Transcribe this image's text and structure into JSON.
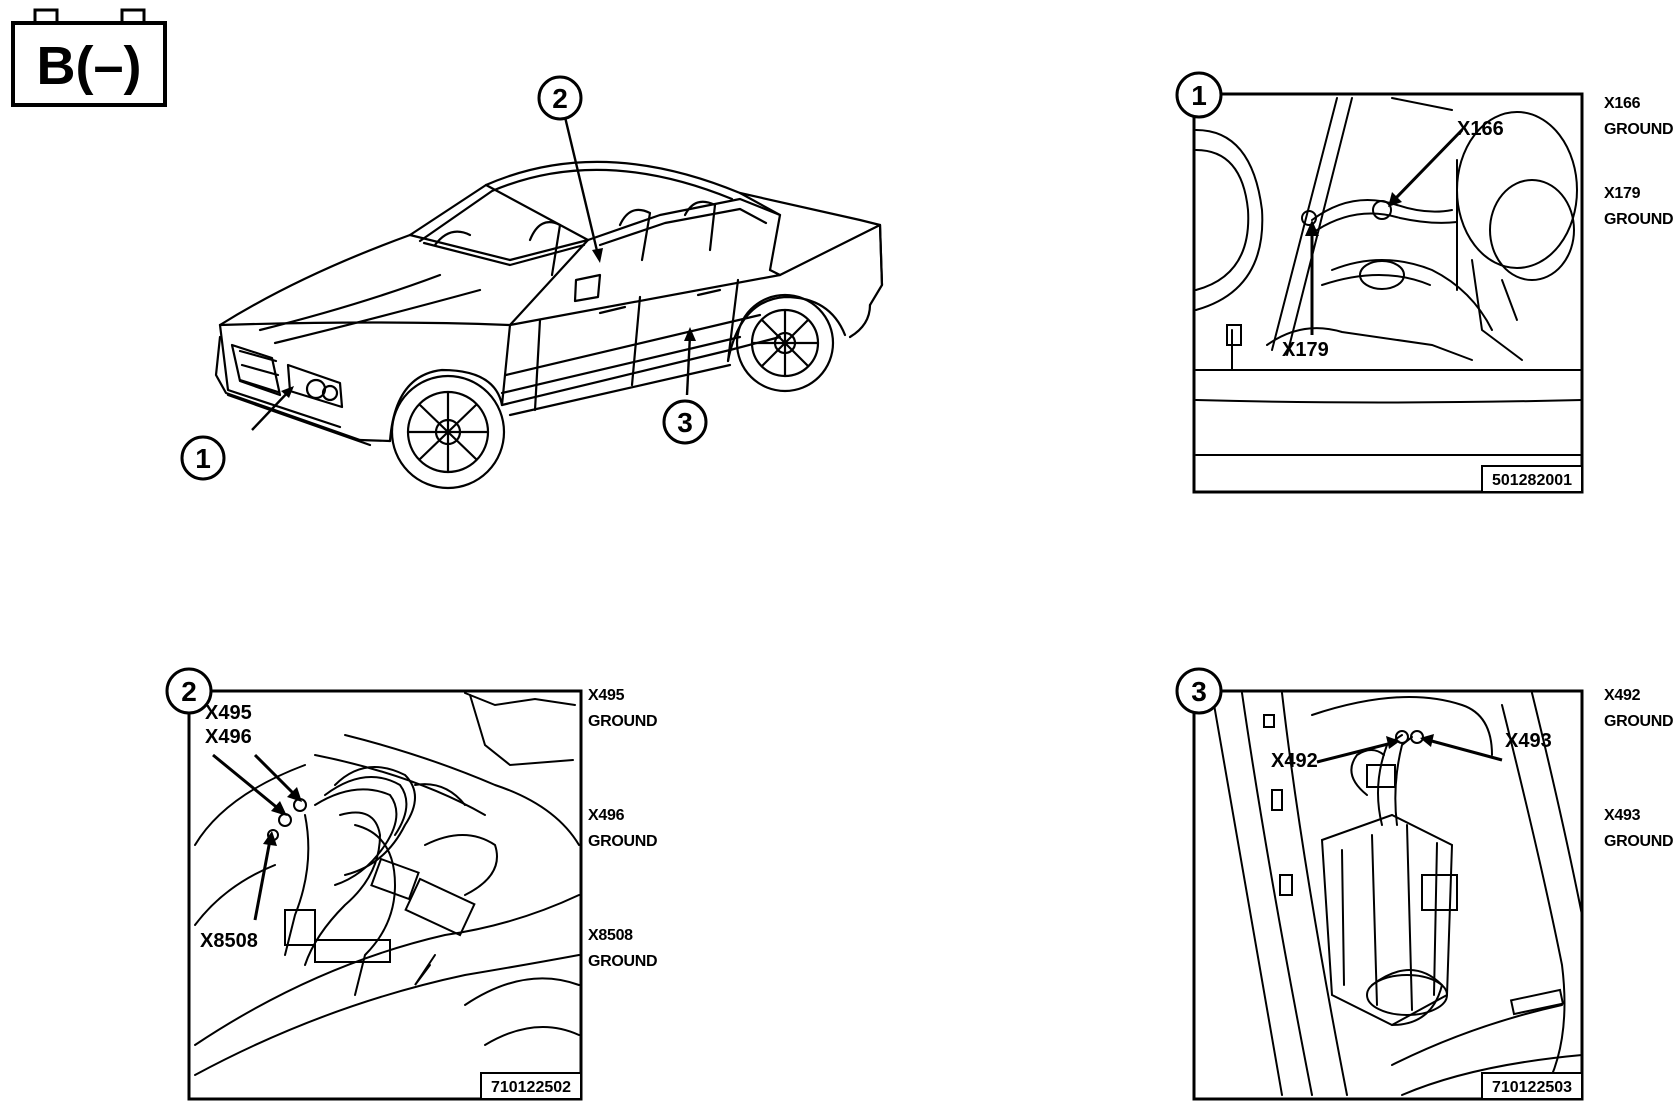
{
  "battery_badge": {
    "label": "B(–)"
  },
  "overview": {
    "callouts": [
      "1",
      "2",
      "3"
    ]
  },
  "panels": [
    {
      "number": "1",
      "figure_id": "501282001",
      "in_image_labels": [
        "X166",
        "X179"
      ],
      "side_labels": [
        {
          "connector": "X166",
          "type": "GROUND"
        },
        {
          "connector": "X179",
          "type": "GROUND"
        }
      ]
    },
    {
      "number": "2",
      "figure_id": "710122502",
      "in_image_labels": [
        "X495",
        "X496",
        "X8508"
      ],
      "side_labels": [
        {
          "connector": "X495",
          "type": "GROUND"
        },
        {
          "connector": "X496",
          "type": "GROUND"
        },
        {
          "connector": "X8508",
          "type": "GROUND"
        }
      ]
    },
    {
      "number": "3",
      "figure_id": "710122503",
      "in_image_labels": [
        "X492",
        "X493"
      ],
      "side_labels": [
        {
          "connector": "X492",
          "type": "GROUND"
        },
        {
          "connector": "X493",
          "type": "GROUND"
        }
      ]
    }
  ]
}
